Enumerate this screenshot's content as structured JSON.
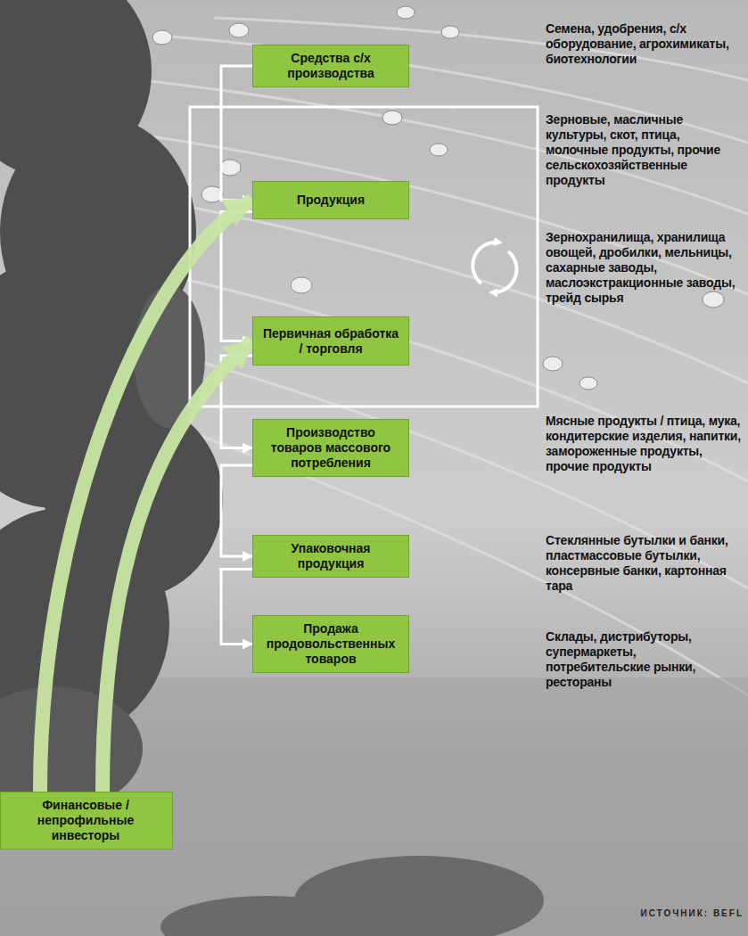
{
  "diagram": {
    "nodes": [
      {
        "text": [
          "Средства с/х производства"
        ]
      },
      {
        "text": [
          "Продукция"
        ]
      },
      {
        "text": [
          "Первичная обработка / торговля"
        ]
      },
      {
        "text": [
          "Производство товаров массового потребления"
        ]
      },
      {
        "text": [
          "Упаковочная продукция"
        ]
      },
      {
        "text": [
          "Продажа продовольственных товаров"
        ]
      },
      {
        "text": [
          "Финансовые / непрофильные инвесторы"
        ]
      }
    ],
    "edges": [
      {
        "from": 0,
        "to": 1,
        "arrow": "to"
      },
      {
        "from": 1,
        "to": 2,
        "arrow": "to"
      },
      {
        "from": 2,
        "to": 3,
        "arrow": "to"
      },
      {
        "from": 3,
        "to": 4,
        "arrow": "to"
      },
      {
        "from": 4,
        "to": 5,
        "arrow": "to"
      },
      {
        "from": 6,
        "to": 1,
        "arrow": "to"
      },
      {
        "from": 6,
        "to": 2,
        "arrow": "to"
      }
    ],
    "labels": [
      "Семена, удобрения, с/х оборудование, агрохимикаты, биотехнологии",
      "Зерновые, масличные культуры, скот, птица, молочные продукты, прочие сельскохозяйственные продукты",
      "Зернохранилища, хранилища овощей, дробилки, мельницы, сахарные заводы, маслоэкстракционные заводы, трейд сырья",
      "Мясные продукты / птица, мука, кондитерские изделия, напитки, замороженные продукты, прочие продукты",
      "Стеклянные бутылки и банки, пластмассовые бутылки, консервные банки, картонная тара",
      "Склады, дистрибуторы, супермаркеты, потребительские рынки, рестораны",
      "ИСТОЧНИК: BEFL"
    ]
  }
}
